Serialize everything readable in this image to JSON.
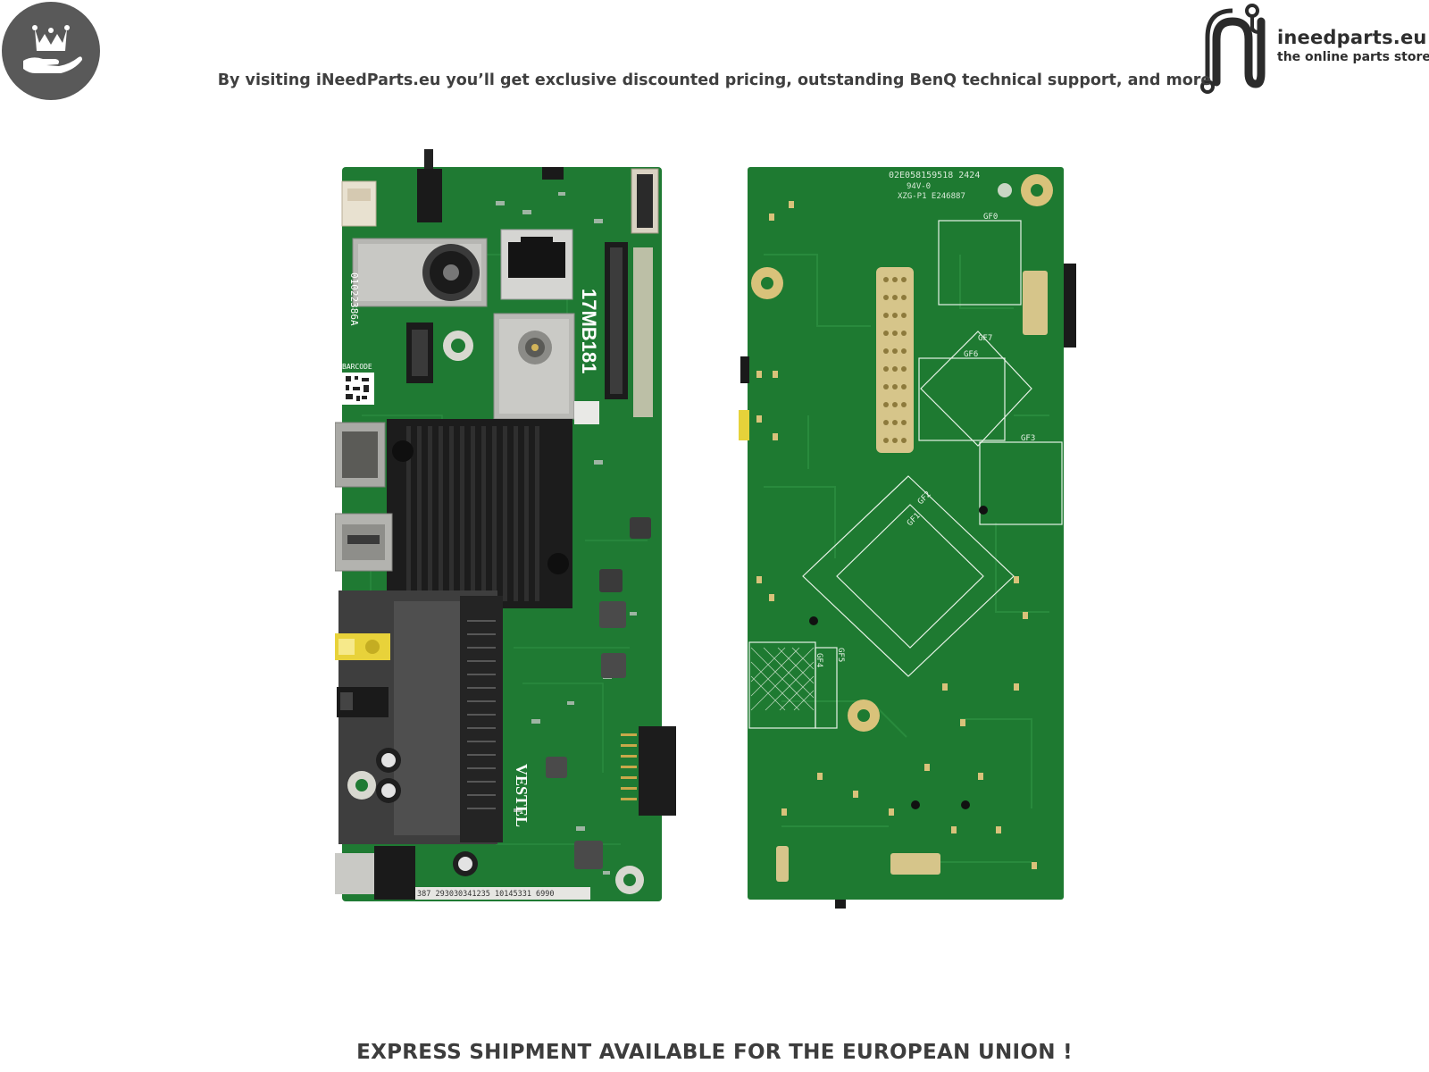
{
  "header": {
    "promo_text": "By visiting iNeedParts.eu you’ll get exclusive discounted pricing, outstanding BenQ technical support, and more"
  },
  "logo": {
    "name": "ineedparts.eu",
    "tagline": "the online parts store"
  },
  "board_front": {
    "model_label": "17MB181",
    "brand_label": "VESTEL",
    "part_code": "01022386A",
    "barcode_label": "BARCODE",
    "serial_strip": "387 293030341235 10145331 6990"
  },
  "board_back": {
    "header_code": "02E058159518 2424",
    "cert_code": "94V-0",
    "cert_line": "XZG-P1 E246887",
    "zone_labels": [
      "GF0",
      "GF6",
      "GF7",
      "GF3",
      "GF2",
      "GF1",
      "GF4",
      "GF5"
    ]
  },
  "footer": {
    "shipping_text": "EXPRESS SHIPMENT AVAILABLE FOR THE EUROPEAN UNION !"
  },
  "colors": {
    "pcb_green": "#1f7a33",
    "pcb_dark_green": "#145c24",
    "heatsink": "#1c1c1c",
    "badge_gray": "#595959",
    "text": "#3d3d3d"
  },
  "icons": [
    "crown-hand-icon",
    "ineedparts-logo-icon"
  ]
}
